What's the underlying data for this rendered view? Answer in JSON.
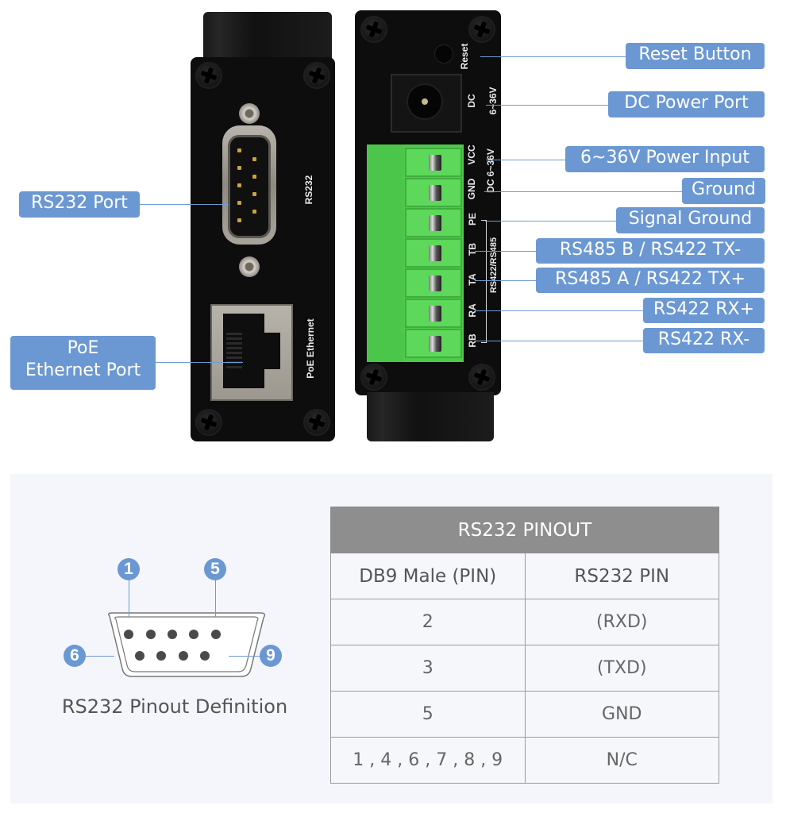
{
  "device_left": {
    "silkscreen": {
      "rs232": "RS232",
      "poe_ethernet": "PoE Ethernet"
    },
    "callouts": {
      "rs232_port": "RS232 Port",
      "poe_line1": "PoE",
      "poe_line2": "Ethernet Port"
    }
  },
  "device_right": {
    "silkscreen": {
      "reset": "Reset",
      "dc": "DC",
      "dc_voltage": "6~36V",
      "vcc": "VCC",
      "gnd": "GND",
      "dc_range": "DC 6~36V",
      "pe": "PE",
      "tb": "TB",
      "ta": "TA",
      "ra": "RA",
      "rb": "RB",
      "bus_group": "RS422/RS485"
    },
    "callouts": {
      "reset_button": "Reset Button",
      "dc_power_port": "DC Power Port",
      "power_input": "6~36V Power Input",
      "ground": "Ground",
      "signal_ground": "Signal Ground",
      "tb": "RS485 B / RS422 TX-",
      "ta": "RS485 A / RS422 TX+",
      "ra": "RS422 RX+",
      "rb": "RS422 RX-"
    }
  },
  "pinout_diagram": {
    "badges": {
      "pin1": "1",
      "pin5": "5",
      "pin6": "6",
      "pin9": "9"
    },
    "title": "RS232 Pinout Definition"
  },
  "pinout_table": {
    "title": "RS232 PINOUT",
    "headers": [
      "DB9 Male (PIN)",
      "RS232 PIN"
    ],
    "rows": [
      [
        "2",
        "(RXD)"
      ],
      [
        "3",
        "(TXD)"
      ],
      [
        "5",
        "GND"
      ],
      [
        "1 , 4 , 6 , 7 , 8 , 9",
        "N/C"
      ]
    ]
  },
  "colors": {
    "callout_bg": "#6b98d3",
    "panel_bg": "#f4f6fb",
    "table_header_bg": "#8e8e8e",
    "terminal_green": "#4ec94c"
  }
}
